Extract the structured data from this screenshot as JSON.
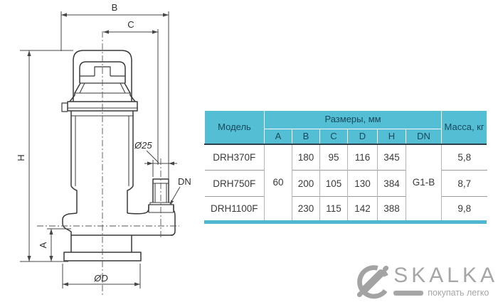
{
  "drawing": {
    "labels": {
      "b": "B",
      "c": "C",
      "h": "H",
      "a": "A",
      "dia_25": "Ø25",
      "dn": "DN",
      "dia_d": "ØD"
    }
  },
  "table": {
    "header": {
      "model": "Модель",
      "dims_group": "Размеры, мм",
      "dims": [
        "A",
        "B",
        "C",
        "D",
        "H",
        "DN"
      ],
      "mass": "Масса, кг"
    },
    "merged": {
      "a": "60",
      "dn": "G1-B"
    },
    "rows": [
      {
        "model": "DRH370F",
        "b": "180",
        "c": "95",
        "d": "116",
        "h": "345",
        "mass": "5,8"
      },
      {
        "model": "DRH750F",
        "b": "200",
        "c": "105",
        "d": "130",
        "h": "384",
        "mass": "8,7"
      },
      {
        "model": "DRH1100F",
        "b": "230",
        "c": "115",
        "d": "142",
        "h": "388",
        "mass": "9,8"
      }
    ],
    "colors": {
      "header_bg": "#54bfd4",
      "header_text": "#17485c",
      "underline": "#2b3e49",
      "bottom_bar": "#4fb7cf"
    }
  },
  "logo": {
    "name": "SKALKA",
    "tagline": "покупать легко"
  }
}
